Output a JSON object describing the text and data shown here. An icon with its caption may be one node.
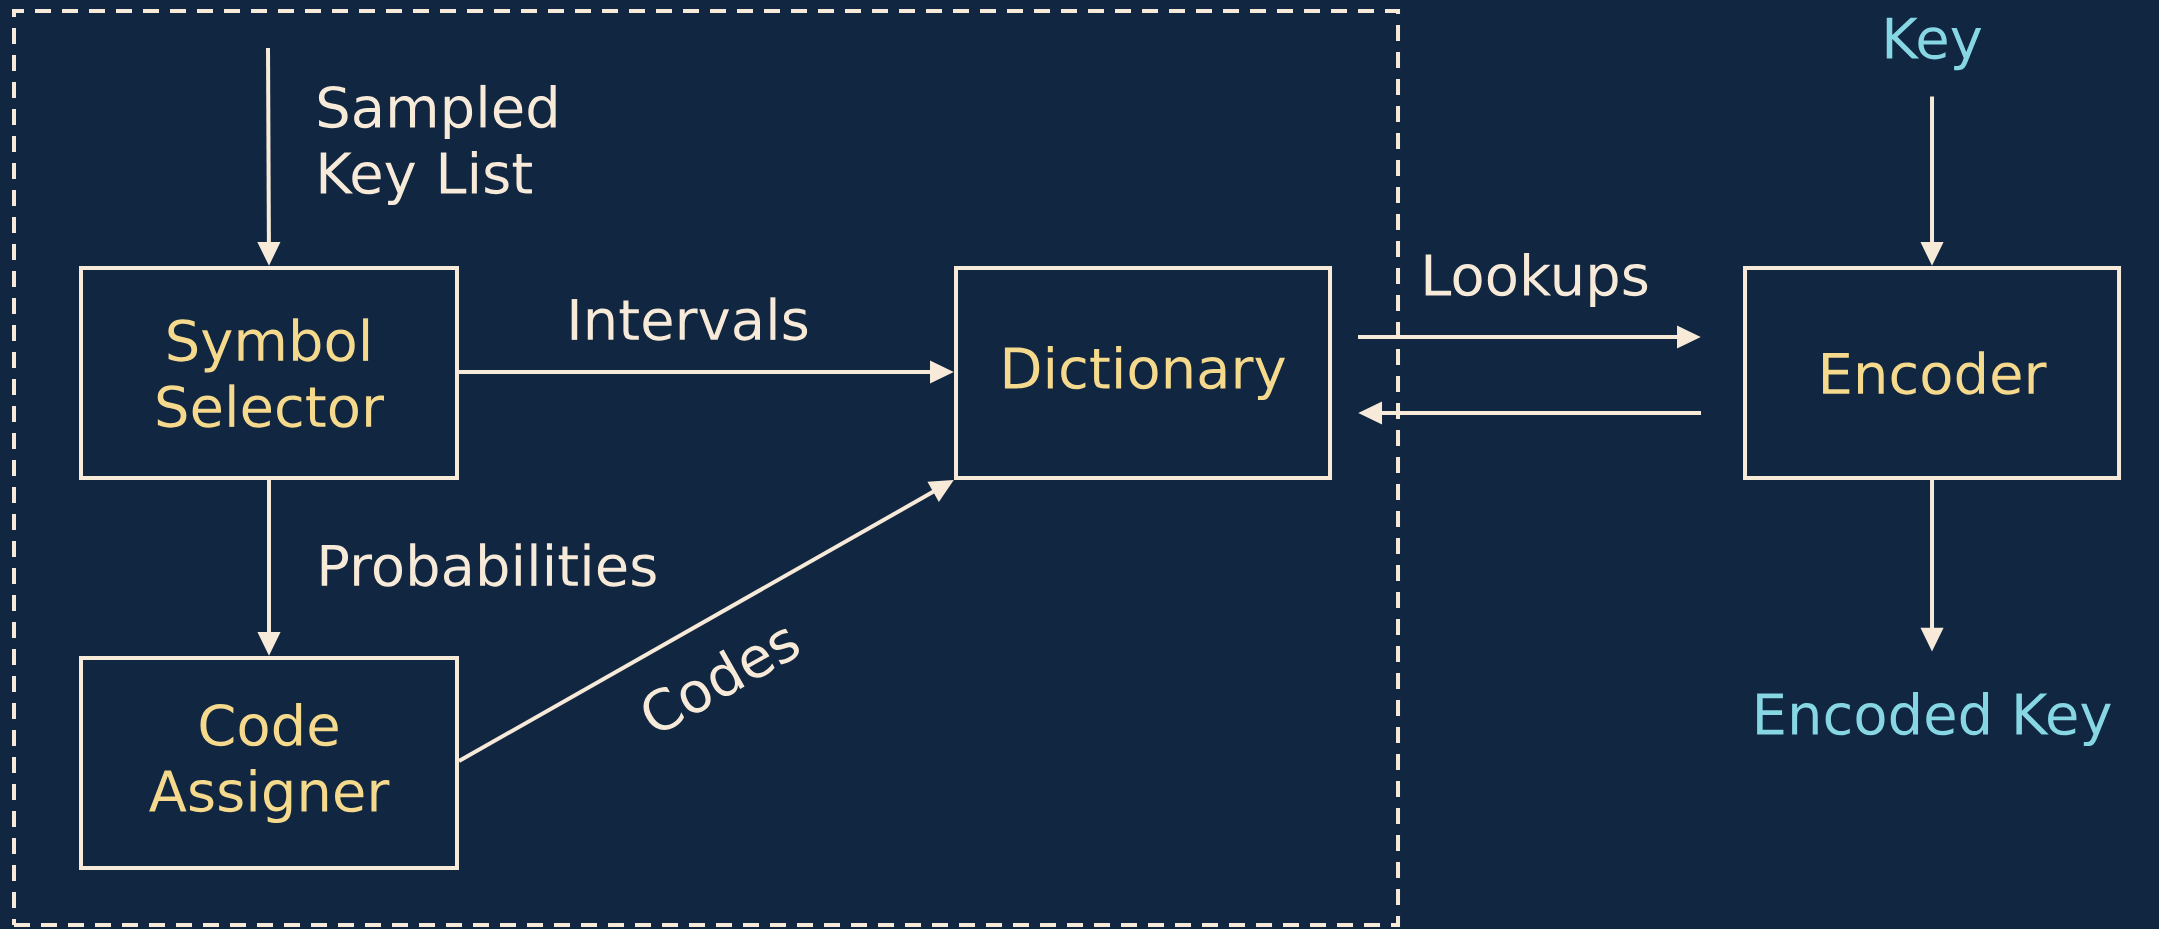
{
  "diagram": {
    "nodes": [
      {
        "text": [],
        "shape": "box"
      },
      {
        "text": [
          "Symbol Selector"
        ],
        "in": 0
      },
      {
        "text": [
          "Dictionary"
        ],
        "in": 0
      },
      {
        "text": [
          "Code Assigner"
        ],
        "in": 0
      },
      {
        "text": [
          "Key"
        ]
      },
      {
        "text": [
          "Encoder"
        ]
      },
      {
        "text": [
          "Encoded Key"
        ]
      }
    ],
    "edges": [
      {
        "from": null,
        "to": 1,
        "arrow": "to",
        "label": "Sampled Key List"
      },
      {
        "from": 1,
        "to": 2,
        "arrow": "to",
        "label": "Intervals"
      },
      {
        "from": 1,
        "to": 3,
        "arrow": "to",
        "label": "Probabilities"
      },
      {
        "from": 3,
        "to": 2,
        "arrow": "to",
        "label": "Codes"
      },
      {
        "from": 2,
        "to": 5,
        "arrow": "to",
        "label": "Lookups"
      },
      {
        "from": 5,
        "to": 2,
        "arrow": "to"
      },
      {
        "from": 4,
        "to": 5,
        "arrow": "to"
      },
      {
        "from": 5,
        "to": 6,
        "arrow": "to"
      }
    ]
  }
}
